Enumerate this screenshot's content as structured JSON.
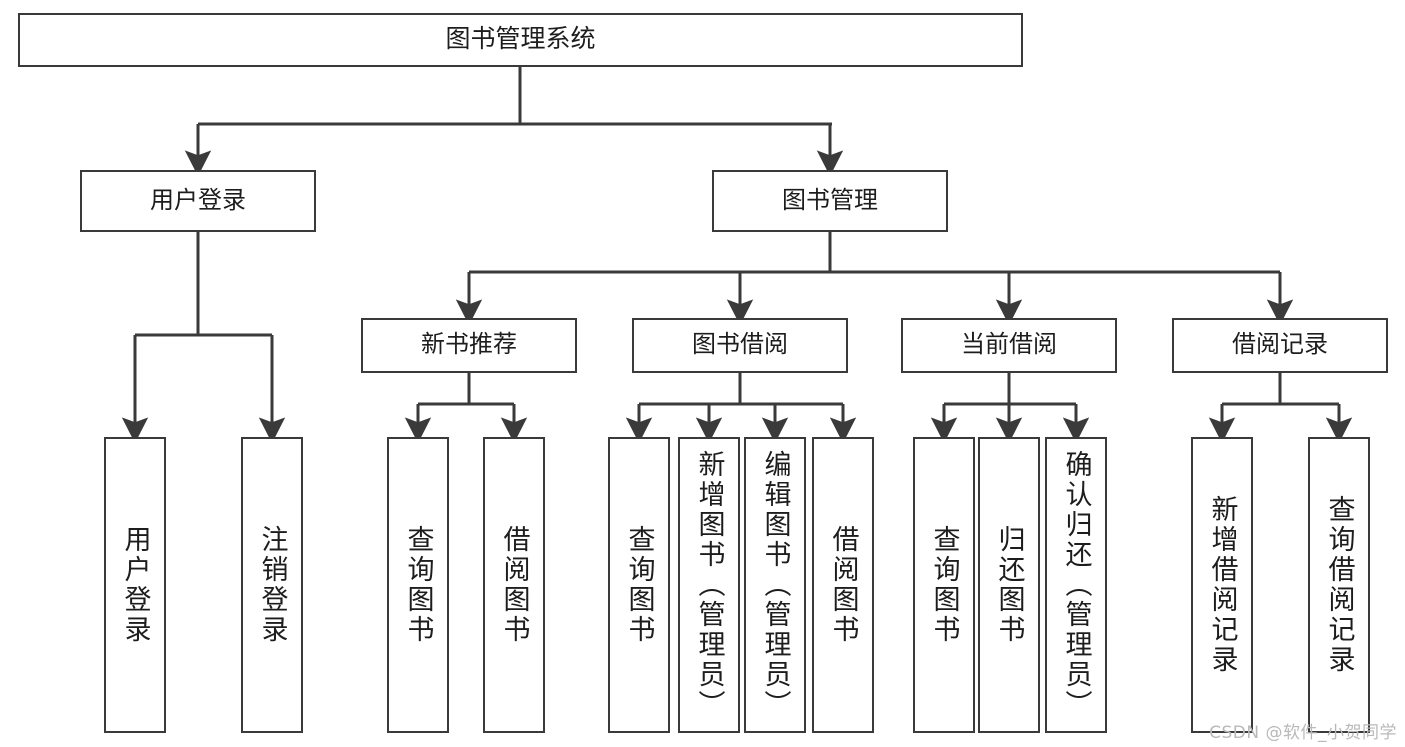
{
  "diagram": {
    "title": "图书管理系统",
    "type": "tree-hierarchy",
    "stroke_color": "#3a3a3a",
    "background_color": "#ffffff",
    "root": {
      "id": "root",
      "label": "图书管理系统"
    },
    "level2": [
      {
        "id": "user-login",
        "label": "用户登录"
      },
      {
        "id": "book-management",
        "label": "图书管理"
      }
    ],
    "level3": [
      {
        "id": "new-book-recommend",
        "label": "新书推荐"
      },
      {
        "id": "book-borrow",
        "label": "图书借阅"
      },
      {
        "id": "current-borrow",
        "label": "当前借阅"
      },
      {
        "id": "borrow-record",
        "label": "借阅记录"
      }
    ],
    "leaves": {
      "user_login": [
        {
          "id": "leaf-user-login",
          "label": "用户登录"
        },
        {
          "id": "leaf-logout",
          "label": "注销登录"
        }
      ],
      "new_book_recommend": [
        {
          "id": "leaf-query-book-1",
          "label": "查询图书"
        },
        {
          "id": "leaf-borrow-book-1",
          "label": "借阅图书"
        }
      ],
      "book_borrow": [
        {
          "id": "leaf-query-book-2",
          "label": "查询图书"
        },
        {
          "id": "leaf-add-book",
          "label": "新增图书（管理员）"
        },
        {
          "id": "leaf-edit-book",
          "label": "编辑图书（管理员）"
        },
        {
          "id": "leaf-borrow-book-2",
          "label": "借阅图书"
        }
      ],
      "current_borrow": [
        {
          "id": "leaf-query-book-3",
          "label": "查询图书"
        },
        {
          "id": "leaf-return-book",
          "label": "归还图书"
        },
        {
          "id": "leaf-confirm-return",
          "label": "确认归还（管理员）"
        }
      ],
      "borrow_record": [
        {
          "id": "leaf-add-record",
          "label": "新增借阅记录"
        },
        {
          "id": "leaf-query-record",
          "label": "查询借阅记录"
        }
      ]
    }
  },
  "watermark": {
    "text": "CSDN @软件_小贺同学"
  }
}
